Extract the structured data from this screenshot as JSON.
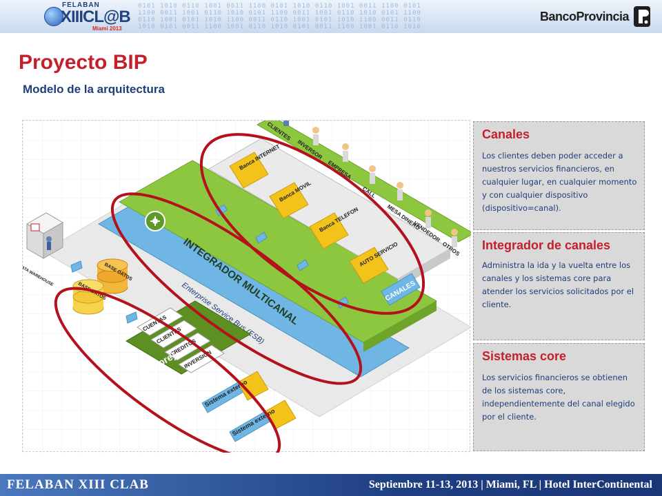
{
  "header": {
    "event_top": "FELABAN",
    "event_logo": "XIIICL@B",
    "event_place": "Miami 2013",
    "bank_name": "BancoProvincia",
    "banner_bits": "0101 1010 0110 1001 0011 1100 0101 1010 0110 1001 0011 1100 0101\n1100 0011 1001 0110 1010 0101 1100 0011 1001 0110 1010 0101 1100\n0110 1001 0101 1010 1100 0011 0110 1001 0101 1010 1100 0011 0110\n1010 0101 0011 1100 1001 0110 1010 0101 0011 1100 1001 0110 1010"
  },
  "title": "Proyecto BIP",
  "subtitle": "Modelo de la arquitectura",
  "diagram": {
    "channel_people": [
      "CLIENTES",
      "INVERSOR",
      "EMPRESA",
      "CALL",
      "MESA DINERO",
      "VENDEDOR",
      "OTROS"
    ],
    "channel_blocks": [
      "Banca INTERNET",
      "Banca MOVIL",
      "Banca TELEFON",
      "AUTO SERVICIO"
    ],
    "channels_label": "CANALES",
    "integrator_label": "INTEGRADOR MULTICANAL",
    "esb_label": "Enterprise Service Bus (ESB)",
    "core_items": [
      "CUENTAS",
      "CLIENTES",
      "CREDITOS",
      "INVERSION"
    ],
    "core_label": "SUR (core)",
    "external_label": "Sistema externo",
    "db_label_1": "BASE DATOS",
    "db_label_2": "BASE DATOS",
    "datawarehouse_label": "DATA WAREHOUSE"
  },
  "panels": {
    "canales": {
      "title": "Canales",
      "text": "Los clientes deben poder acceder a nuestros servicios financieros, en cualquier lugar, en cualquier momento y con cualquier dispositivo (dispositivo=canal)."
    },
    "integrador": {
      "title": "Integrador de canales",
      "text": "Administra  la ida y la vuelta entre los canales y los sistemas core para atender los servicios solicitados por el cliente."
    },
    "sistemas": {
      "title": "Sistemas core",
      "text": "Los servicios financieros  se obtienen de los sistemas core, independientemente del canal elegido por el cliente."
    }
  },
  "footer": {
    "left": "FELABAN XIII CLAB",
    "right": "Septiembre 11-13, 2013  |  Miami, FL  |  Hotel InterContinental"
  },
  "colors": {
    "title_red": "#c4202c",
    "text_blue": "#1f3d7a",
    "integrator_green": "#8dc63f",
    "esb_blue": "#6fb6e4",
    "ellipse_red": "#b3121c",
    "block_yellow": "#f3c21b",
    "core_green": "#5d8f22"
  }
}
